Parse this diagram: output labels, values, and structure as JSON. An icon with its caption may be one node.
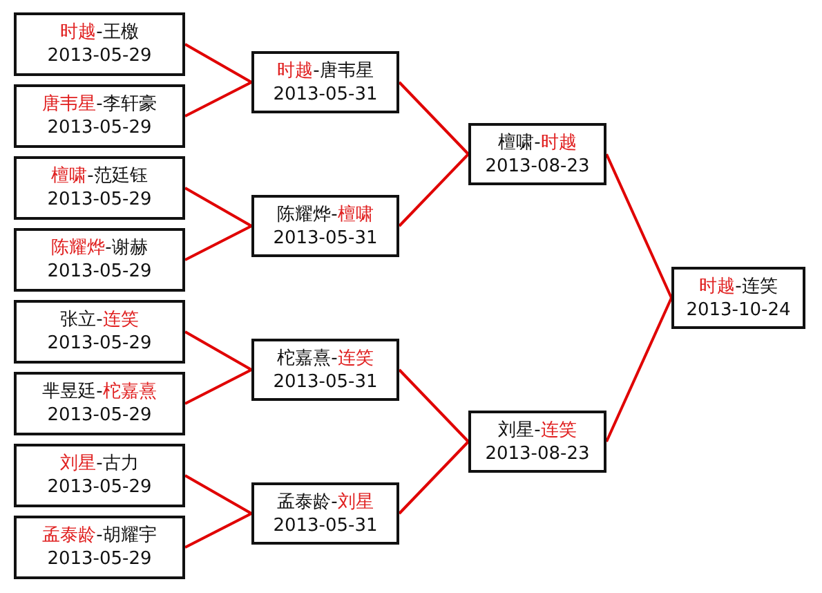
{
  "diagram": {
    "nodes": [
      {
        "text": [
          "时越-王檄",
          "2013-05-29"
        ]
      },
      {
        "text": [
          "唐韦星-李轩豪",
          "2013-05-29"
        ]
      },
      {
        "text": [
          "檀啸-范廷钰",
          "2013-05-29"
        ]
      },
      {
        "text": [
          "陈耀烨-谢赫",
          "2013-05-29"
        ]
      },
      {
        "text": [
          "张立-连笑",
          "2013-05-29"
        ]
      },
      {
        "text": [
          "芈昱廷-柁嘉熹",
          "2013-05-29"
        ]
      },
      {
        "text": [
          "刘星-古力",
          "2013-05-29"
        ]
      },
      {
        "text": [
          "孟泰龄-胡耀宇",
          "2013-05-29"
        ]
      },
      {
        "text": [
          "时越-唐韦星",
          "2013-05-31"
        ]
      },
      {
        "text": [
          "陈耀烨-檀啸",
          "2013-05-31"
        ]
      },
      {
        "text": [
          "柁嘉熹-连笑",
          "2013-05-31"
        ]
      },
      {
        "text": [
          "孟泰龄-刘星",
          "2013-05-31"
        ]
      },
      {
        "text": [
          "檀啸-时越",
          "2013-08-23"
        ]
      },
      {
        "text": [
          "刘星-连笑",
          "2013-08-23"
        ]
      },
      {
        "text": [
          "时越-连笑",
          "2013-10-24"
        ]
      }
    ],
    "edges": [
      {
        "from": 0,
        "to": 8,
        "arrow": "none"
      },
      {
        "from": 1,
        "to": 8,
        "arrow": "none"
      },
      {
        "from": 2,
        "to": 9,
        "arrow": "none"
      },
      {
        "from": 3,
        "to": 9,
        "arrow": "none"
      },
      {
        "from": 4,
        "to": 10,
        "arrow": "none"
      },
      {
        "from": 5,
        "to": 10,
        "arrow": "none"
      },
      {
        "from": 6,
        "to": 11,
        "arrow": "none"
      },
      {
        "from": 7,
        "to": 11,
        "arrow": "none"
      },
      {
        "from": 8,
        "to": 12,
        "arrow": "none"
      },
      {
        "from": 9,
        "to": 12,
        "arrow": "none"
      },
      {
        "from": 10,
        "to": 13,
        "arrow": "none"
      },
      {
        "from": 11,
        "to": 13,
        "arrow": "none"
      },
      {
        "from": 12,
        "to": 14,
        "arrow": "none"
      },
      {
        "from": 13,
        "to": 14,
        "arrow": "none"
      }
    ]
  }
}
